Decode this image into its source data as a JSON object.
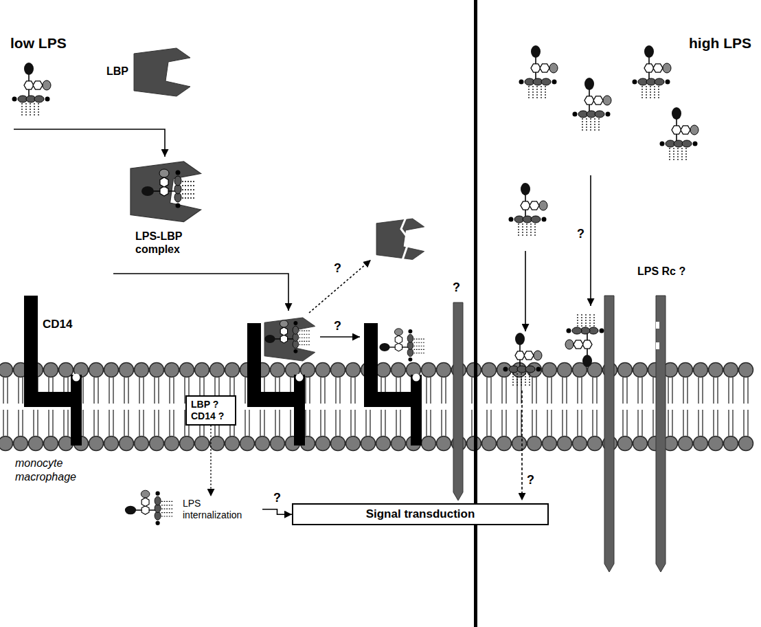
{
  "diagram": {
    "nodes": [
      {
        "text": [
          "LBP ? CD14 ?"
        ]
      },
      {
        "text": [
          "LPS internalization"
        ]
      },
      {
        "text": [
          "Signal transduction"
        ]
      }
    ],
    "edges": [
      {
        "from": 0,
        "to": 1,
        "arrow": "to"
      },
      {
        "from": 1,
        "to": 2,
        "label": "?",
        "arrow": "to"
      }
    ],
    "labels": [
      "low LPS",
      "high LPS",
      "LBP",
      "LPS-LBP complex",
      "CD14",
      "?",
      "?",
      "?",
      "monocyte",
      "macrophage",
      "?",
      "LPS Rc ?",
      "?"
    ]
  }
}
